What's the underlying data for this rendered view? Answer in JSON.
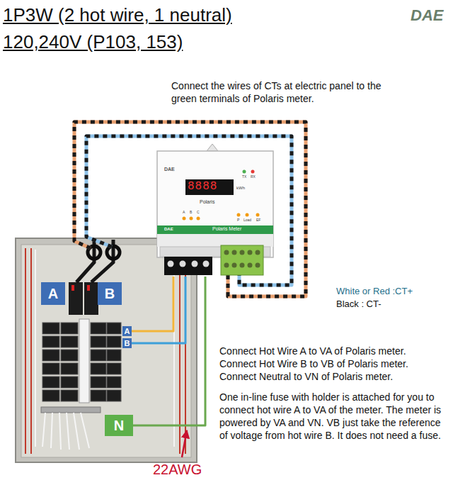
{
  "diagram": {
    "title": "1P3W (2 hot wire, 1 neutral) 120,240V (P103, 153)",
    "nodes": [
      {
        "text": [
          "DAE",
          "8888",
          "kWh",
          "TX",
          "RX",
          "Polaris",
          "A",
          "B",
          "C",
          "P",
          "Load",
          "EF",
          "DAE",
          "Polaris Meter"
        ]
      },
      {
        "text": [
          "A"
        ]
      },
      {
        "text": [
          "B"
        ]
      },
      {
        "text": [
          "A"
        ]
      },
      {
        "text": [
          "B"
        ]
      },
      {
        "text": [
          "N"
        ]
      }
    ],
    "edges": [
      {
        "from": 3,
        "to": 0,
        "arrow": "none"
      },
      {
        "from": 4,
        "to": 0,
        "arrow": "none"
      },
      {
        "from": 5,
        "to": 0,
        "arrow": "none"
      }
    ],
    "labels": [
      "DAE",
      "Connect the wires of CTs at electric panel to the green terminals of Polaris meter.",
      "White or Red :CT+",
      "Black : CT-",
      "Connect Hot Wire A to VA of Polaris meter.",
      "Connect Hot Wire B to VB of Polaris meter.",
      "Connect Neutral to VN of Polaris meter.",
      "One in-line fuse with holder is attached for you to connect hot wire A to VA of the meter. The meter is powered by VA and VN. VB just take the reference of voltage from hot wire B. It does not need a fuse.",
      "22AWG"
    ]
  }
}
